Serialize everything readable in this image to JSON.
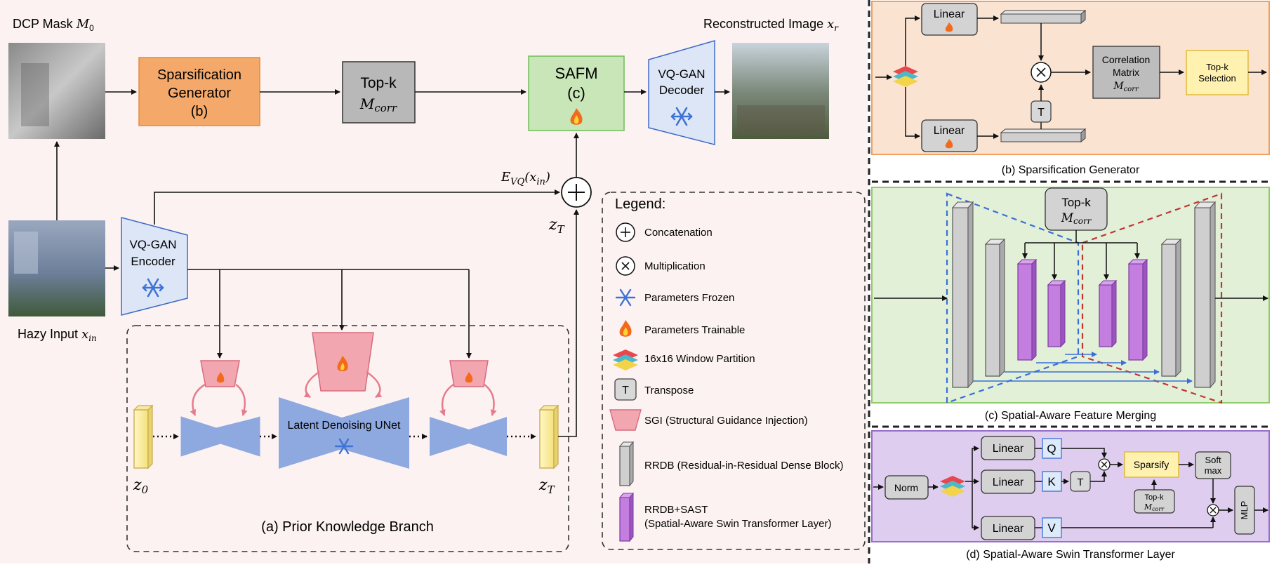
{
  "main": {
    "dcp_mask": {
      "label": "DCP Mask",
      "symbol": "M",
      "sub": "0"
    },
    "recon": {
      "label": "Reconstructed Image",
      "symbol": "x",
      "sub": "r"
    },
    "hazy": {
      "label": "Hazy Input",
      "symbol": "x",
      "sub": "in"
    },
    "sparsification_generator": {
      "line1": "Sparsification",
      "line2": "Generator",
      "line3": "(b)"
    },
    "topk": {
      "line1": "Top-k",
      "symbol": "M",
      "sub": "corr"
    },
    "safm": {
      "line1": "SAFM",
      "line2": "(c)"
    },
    "vq_decoder": {
      "line1": "VQ-GAN",
      "line2": "Decoder"
    },
    "vq_encoder": {
      "line1": "VQ-GAN",
      "line2": "Encoder"
    },
    "evq": {
      "label": "E",
      "sub": "VQ",
      "arg": "(x",
      "arg_sub": "in",
      "close": ")"
    },
    "zt_label": {
      "symbol": "z",
      "sub": "T"
    },
    "z0_label": {
      "symbol": "z",
      "sub": "0"
    },
    "unet": {
      "label": "Latent Denoising UNet"
    },
    "branch_caption": "(a) Prior Knowledge Branch"
  },
  "legend": {
    "title": "Legend:",
    "items": [
      {
        "icon": "plus-circle-icon",
        "label": "Concatenation"
      },
      {
        "icon": "times-circle-icon",
        "label": "Multiplication"
      },
      {
        "icon": "snowflake-icon",
        "label": "Parameters Frozen"
      },
      {
        "icon": "flame-icon",
        "label": "Parameters Trainable"
      },
      {
        "icon": "window-partition-icon",
        "label": "16x16 Window Partition"
      },
      {
        "icon": "transpose-icon",
        "label": "Transpose"
      },
      {
        "icon": "sgi-trapezoid-icon",
        "label": "SGI (Structural Guidance Injection)"
      },
      {
        "icon": "rrdb-block-icon",
        "label": "RRDB (Residual-in-Residual Dense Block)"
      },
      {
        "icon": "rrdb-sast-block-icon",
        "label": "RRDB+SAST",
        "label2": "(Spatial-Aware Swin Transformer Layer)"
      }
    ],
    "transpose_letter": "T"
  },
  "panel_b": {
    "linear_top": "Linear",
    "linear_bottom": "Linear",
    "transpose": "T",
    "corr": {
      "line1": "Correlation",
      "line2": "Matrix",
      "symbol": "M",
      "sub": "corr"
    },
    "topk_sel": {
      "line1": "Top-k",
      "line2": "Selection"
    },
    "caption": "(b) Sparsification Generator"
  },
  "panel_c": {
    "topk": {
      "line1": "Top-k",
      "symbol": "M",
      "sub": "corr"
    },
    "caption": "(c) Spatial-Aware Feature Merging"
  },
  "panel_d": {
    "norm": "Norm",
    "linear_q": "Linear",
    "linear_k": "Linear",
    "linear_v": "Linear",
    "q": "Q",
    "k": "K",
    "v": "V",
    "t": "T",
    "sparsify": "Sparsify",
    "softmax1": "Soft",
    "softmax2": "max",
    "mlp": "MLP",
    "topk": {
      "line1": "Top-k",
      "symbol": "M",
      "sub": "corr"
    },
    "caption": "(d) Spatial-Aware Swin Transformer Layer"
  },
  "colors": {
    "main_bg": "#fdf2f2",
    "panel_b_bg": "#fbe3d2",
    "panel_b_border": "#f0a060",
    "panel_c_bg": "#e2f0d8",
    "panel_c_border": "#8fcc6a",
    "panel_d_bg": "#dfcdf0",
    "panel_d_border": "#9a6ccc",
    "orange_box": "#f4a96b",
    "green_box": "#c8e6b8",
    "blue_trap": "#dde6f7",
    "unet_blue": "#8ea8e0",
    "sgi_pink": "#f2a6b0",
    "purple_block": "#c37ee0",
    "yellow_box": "#fff2b0"
  }
}
